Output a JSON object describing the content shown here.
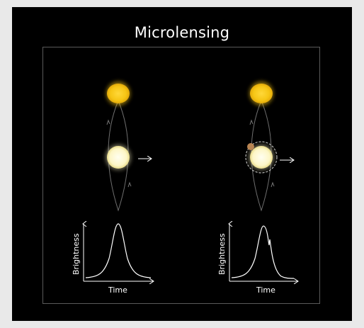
{
  "title": "Microlensing",
  "colors": {
    "background": "#000000",
    "outer": "#e9e9e9",
    "frame": "#5a5a5a",
    "source_star": "#f6c514",
    "lens_star": "#fdf6c6",
    "planet": "#b98552",
    "curve": "#ffffff"
  },
  "panels": [
    {
      "name": "single-lens",
      "has_planet": false,
      "graph": {
        "ylabel": "Brightness",
        "xlabel": "Time"
      }
    },
    {
      "name": "lens-with-planet",
      "has_planet": true,
      "graph": {
        "ylabel": "Brightness",
        "xlabel": "Time"
      }
    }
  ]
}
